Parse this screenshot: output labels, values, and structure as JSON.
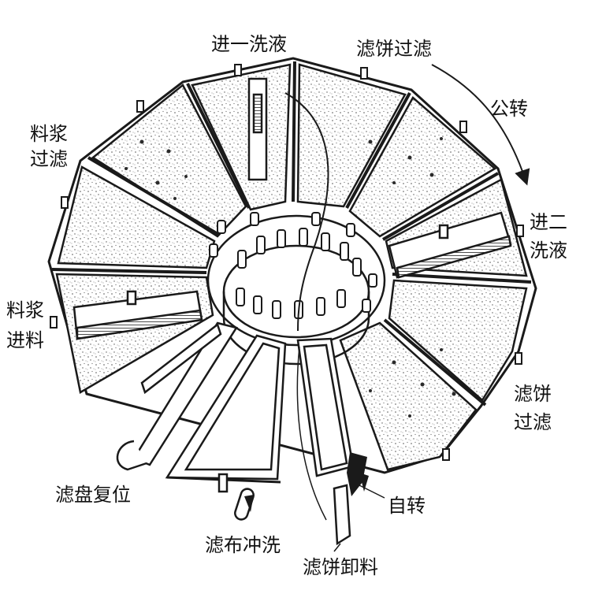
{
  "labels": {
    "wash_one": "进一洗液",
    "cake_filter_top": "滤饼过滤",
    "revolution": "公转",
    "slurry_filter_line1": "料浆",
    "slurry_filter_line2": "过滤",
    "wash_two_line1": "进二",
    "wash_two_line2": "洗液",
    "slurry_feed_line1": "料浆",
    "slurry_feed_line2": "进料",
    "cake_filter_right_line1": "滤饼",
    "cake_filter_right_line2": "过滤",
    "pan_reset": "滤盘复位",
    "self_rotation": "自转",
    "cloth_wash": "滤布冲洗",
    "cake_discharge": "滤饼卸料"
  },
  "colors": {
    "ink": "#1a1a1a",
    "paper": "#ffffff",
    "cake_dots": "#2a2a2a"
  },
  "icons": {
    "revolution_arrow": "curved-arrow-icon",
    "rotation_arrow": "rotation-arrow-icon"
  }
}
